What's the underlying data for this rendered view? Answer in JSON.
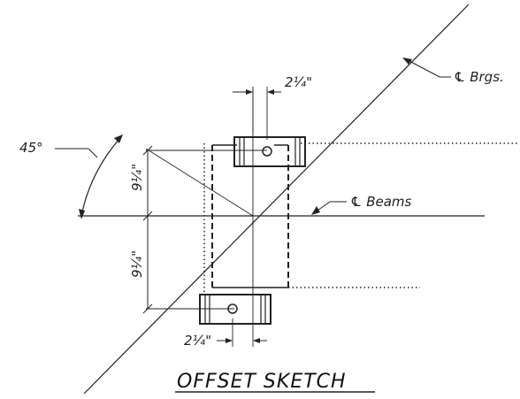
{
  "drawing": {
    "title": "OFFSET SKETCH",
    "angle_label": "45°",
    "centerline_bearings_label": "℄ Brgs.",
    "centerline_beams_label": "℄ Beams",
    "dim_bearing_offset_top": "2¼\"",
    "dim_bearing_offset_bottom": "2¼\"",
    "dim_vertical_upper": "9¼\"",
    "dim_vertical_lower": "9¼\""
  },
  "colors": {
    "ink": "#222222",
    "paper": "#ffffff"
  }
}
